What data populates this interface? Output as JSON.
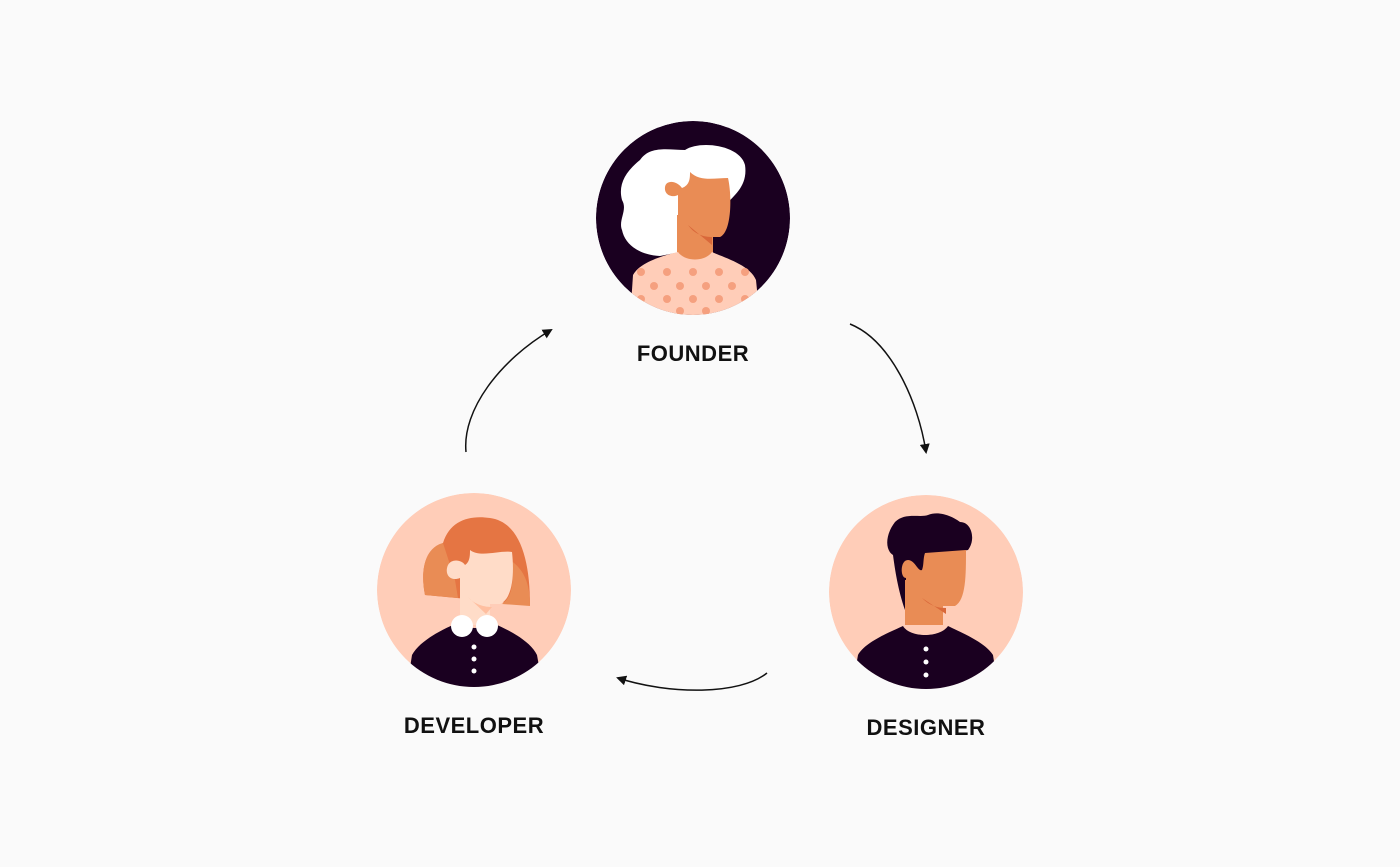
{
  "nodes": [
    {
      "id": "founder",
      "label": "FOUNDER"
    },
    {
      "id": "designer",
      "label": "DESIGNER"
    },
    {
      "id": "developer",
      "label": "DEVELOPER"
    }
  ],
  "edges": [
    {
      "from": "founder",
      "to": "designer"
    },
    {
      "from": "designer",
      "to": "developer"
    },
    {
      "from": "developer",
      "to": "founder"
    }
  ],
  "colors": {
    "background": "#fafafa",
    "dark": "#1a0020",
    "peach": "#ffcdb8",
    "skin": "#e98c55",
    "hair_orange": "#e57543",
    "light_skin": "#ffdcc8"
  }
}
